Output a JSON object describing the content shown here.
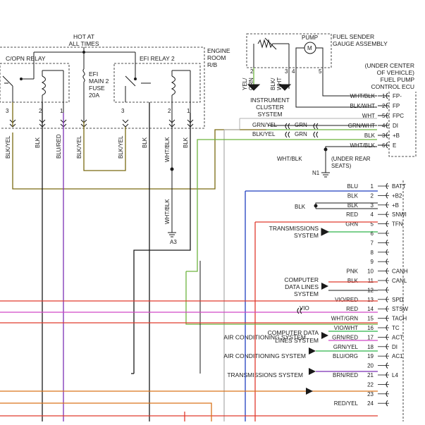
{
  "colors": {
    "ink": "#1a1a1a",
    "blk_yel": "#7a6a12",
    "grn_yel": "#6db33f",
    "blu": "#1f3fbf",
    "red": "#e03a2e",
    "grn": "#2db34a",
    "vio_red": "#d147c8",
    "vio": "#7b2fb5",
    "wht": "#b0b0b0",
    "brn_red": "#d9731a"
  },
  "header": {
    "hot_line1": "HOT AT",
    "hot_line2": "ALL TIMES",
    "engine_room1": "ENGINE",
    "engine_room2": "ROOM",
    "engine_room3": "R/B"
  },
  "relays": {
    "copn_label": "C/OPN RELAY",
    "efi2_label": "EFI RELAY 2",
    "fuse_line1": "EFI",
    "fuse_line2": "MAIN 2",
    "fuse_line3": "FUSE",
    "fuse_line4": "20A",
    "pins_left": [
      "3",
      "2",
      "1"
    ],
    "pins_right": [
      "3",
      "2",
      "1"
    ]
  },
  "relay_wires": {
    "w1": "BLK/YEL",
    "w2": "BLK",
    "w3": "BLU/RED",
    "w4": "BLK/YEL",
    "w5": "BLK/YEL",
    "w6": "BLK",
    "w7": "WHT/BLK",
    "w8": "BLK"
  },
  "ground_a3": {
    "wire": "WHT/BLK",
    "label": "A3"
  },
  "fuel_sender": {
    "pump_label": "PUMP",
    "assembly1": "FUEL SENDER",
    "assembly2": "GAUGE ASSEMBLY",
    "pins": [
      "2",
      "3",
      "4",
      "5"
    ],
    "wire_yg1": "YEL/",
    "wire_yg2": "GRN",
    "wire_bw1": "BLK/",
    "wire_bw2": "WHT",
    "cluster1": "INSTRUMENT",
    "cluster2": "CLUSTER",
    "cluster3": "SYSTEM"
  },
  "fuel_ecu": {
    "title1": "(UNDER CENTER",
    "title2": "OF VEHICLE)",
    "title3": "FUEL PUMP",
    "title4": "CONTROL ECU",
    "pins": [
      {
        "wire": "WHT/BLK",
        "num": "1",
        "name": "FP-"
      },
      {
        "wire": "BLK/WHT",
        "num": "2",
        "name": "FP"
      },
      {
        "wire": "WHT",
        "num": "5",
        "name": "FPC"
      },
      {
        "wire": "GRN/WHT",
        "num": "4",
        "name": "DI"
      },
      {
        "wire": "BLK",
        "num": "3",
        "name": "+B"
      },
      {
        "wire": "WHT/BLK",
        "num": "6",
        "name": "E"
      }
    ],
    "grn_yel": "GRN/YEL",
    "grn1": "GRN",
    "blk_yel": "BLK/YEL",
    "grn2": "GRN"
  },
  "ground_n1": {
    "wire": "WHT/BLK",
    "note1": "(UNDER REAR",
    "note2": "SEATS)",
    "label": "N1"
  },
  "ecm": {
    "pins": [
      {
        "num": "1",
        "name": "BATT",
        "wire": "BLU",
        "dest": ""
      },
      {
        "num": "2",
        "name": "+B2",
        "wire": "BLK",
        "dest": ""
      },
      {
        "num": "3",
        "name": "+B",
        "wire": "BLK",
        "dest": ""
      },
      {
        "num": "4",
        "name": "SNWI",
        "wire": "RED",
        "dest": ""
      },
      {
        "num": "5",
        "name": "TFN",
        "wire": "GRN",
        "dest": "TRANSMISSIONS SYSTEM"
      },
      {
        "num": "6",
        "name": "",
        "wire": "",
        "dest": ""
      },
      {
        "num": "7",
        "name": "",
        "wire": "",
        "dest": ""
      },
      {
        "num": "8",
        "name": "",
        "wire": "",
        "dest": ""
      },
      {
        "num": "9",
        "name": "",
        "wire": "",
        "dest": ""
      },
      {
        "num": "10",
        "name": "CANH",
        "wire": "PNK",
        "dest": "COMPUTER DATA LINES SYSTEM"
      },
      {
        "num": "11",
        "name": "CANL",
        "wire": "BLK",
        "dest": ""
      },
      {
        "num": "12",
        "name": "",
        "wire": "",
        "dest": ""
      },
      {
        "num": "13",
        "name": "SPD",
        "wire": "VIO/RED",
        "dest": ""
      },
      {
        "num": "14",
        "name": "STSW",
        "wire": "RED",
        "dest": ""
      },
      {
        "num": "15",
        "name": "TACH",
        "wire": "WHT/GRN",
        "dest": "COMPUTER DATA LINES SYSTEM"
      },
      {
        "num": "16",
        "name": "TC",
        "wire": "VIO/WHT",
        "dest": ""
      },
      {
        "num": "17",
        "name": "ACT",
        "wire": "GRN/RED",
        "dest": "AIR CONDITIONING SYSTEM"
      },
      {
        "num": "18",
        "name": "DI",
        "wire": "GRN/YEL",
        "dest": ""
      },
      {
        "num": "19",
        "name": "AC1",
        "wire": "BLU/ORG",
        "dest": "AIR CONDITIONING SYSTEM"
      },
      {
        "num": "20",
        "name": "",
        "wire": "",
        "dest": ""
      },
      {
        "num": "21",
        "name": "L4",
        "wire": "BRN/RED",
        "dest": "TRANSMISSIONS SYSTEM"
      },
      {
        "num": "22",
        "name": "",
        "wire": "",
        "dest": ""
      },
      {
        "num": "23",
        "name": "",
        "wire": "",
        "dest": ""
      },
      {
        "num": "24",
        "name": "",
        "wire": "RED/YEL",
        "dest": ""
      }
    ],
    "blk_splice": "BLK",
    "vio": "VIO",
    "dest_trans1": "TRANSMISSIONS",
    "dest_trans2": "SYSTEM",
    "dest_cdl1": "COMPUTER",
    "dest_cdl2": "DATA LINES",
    "dest_cdl3": "SYSTEM",
    "dest_cd2a": "COMPUTER DATA",
    "dest_cd2b": "LINES SYSTEM"
  }
}
